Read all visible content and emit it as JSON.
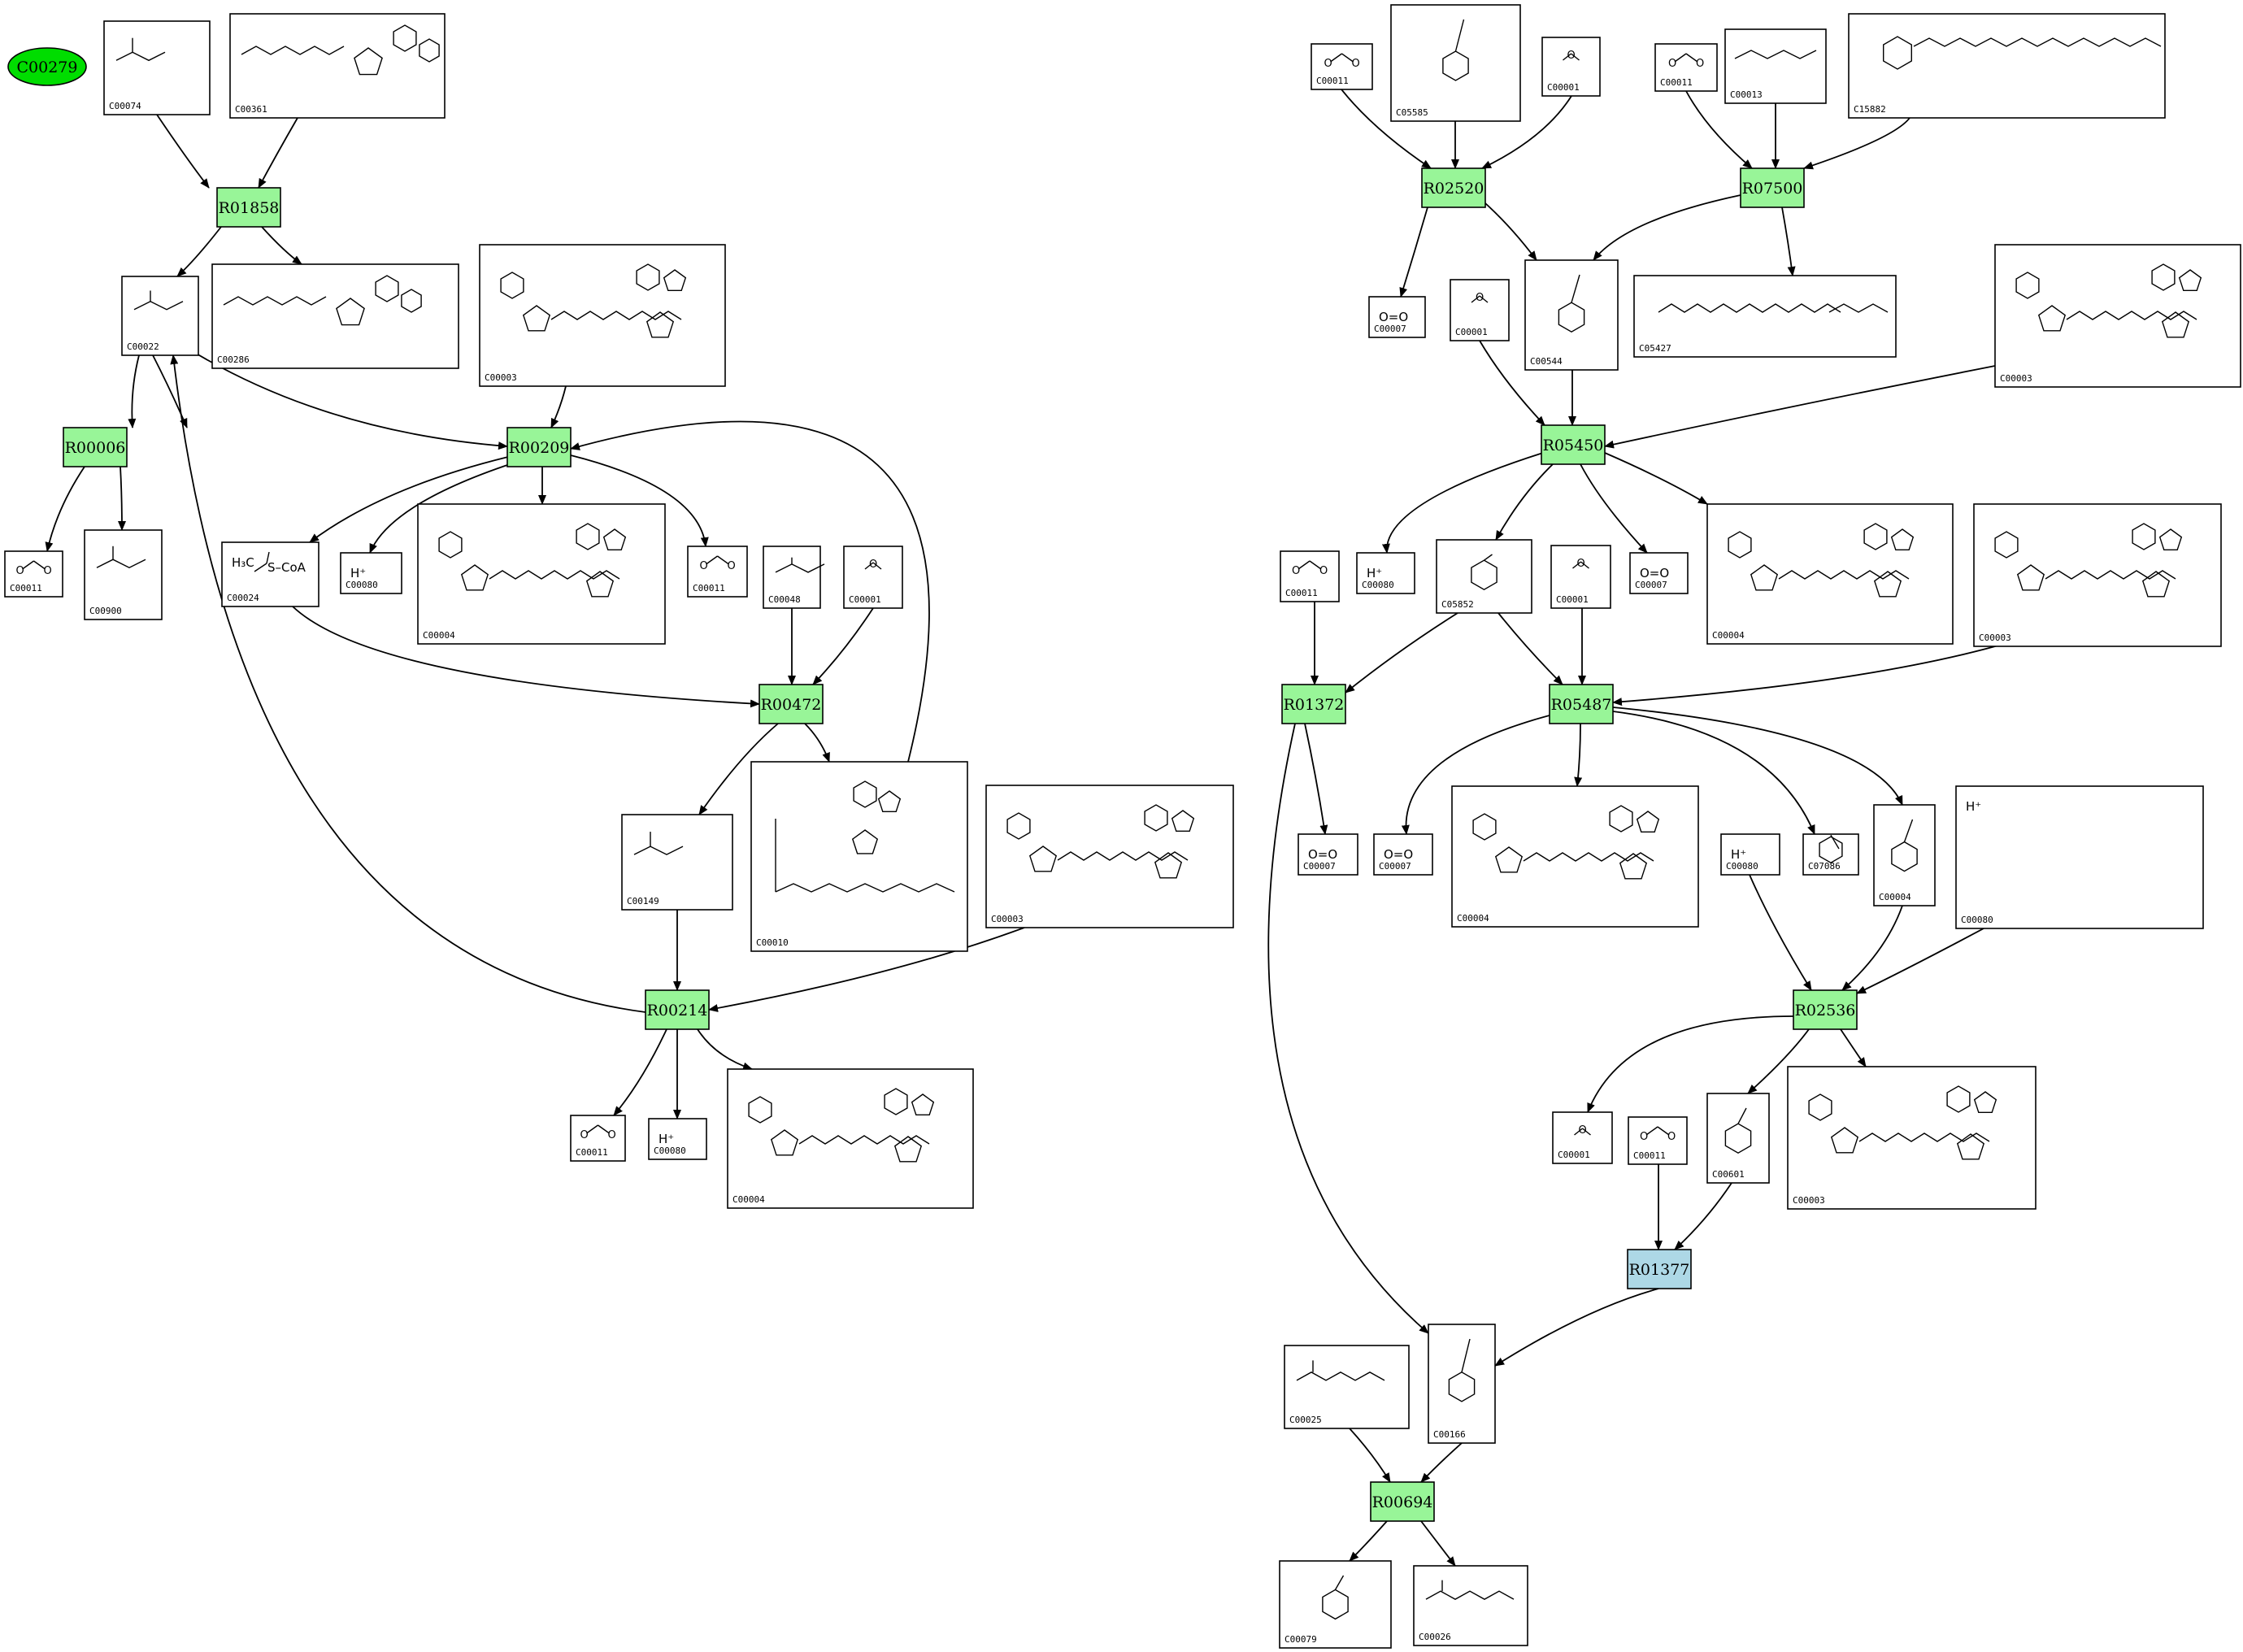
{
  "colors": {
    "reaction": "#98f598",
    "reaction_highlight": "#add8e6",
    "start_node": "#00dd00"
  },
  "start_node": {
    "label": "C00279"
  },
  "reactions": [
    {
      "id": "R01858",
      "highlight": false
    },
    {
      "id": "R00006",
      "highlight": false
    },
    {
      "id": "R00209",
      "highlight": false
    },
    {
      "id": "R00472",
      "highlight": false
    },
    {
      "id": "R00214",
      "highlight": false
    },
    {
      "id": "R02520",
      "highlight": false
    },
    {
      "id": "R07500",
      "highlight": false
    },
    {
      "id": "R05450",
      "highlight": false
    },
    {
      "id": "R01372",
      "highlight": false
    },
    {
      "id": "R05487",
      "highlight": false
    },
    {
      "id": "R02536",
      "highlight": false
    },
    {
      "id": "R01377",
      "highlight": true
    },
    {
      "id": "R00694",
      "highlight": false
    }
  ],
  "compounds": [
    {
      "id": "C00074",
      "icon": "phosphoenolpyruvate-structure"
    },
    {
      "id": "C00361",
      "icon": "dgdp-structure"
    },
    {
      "id": "C00022",
      "icon": "pyruvate-structure"
    },
    {
      "id": "C00286",
      "icon": "dgtp-structure"
    },
    {
      "id": "C00003",
      "icon": "nad-structure"
    },
    {
      "id": "C00011",
      "icon": "co2-structure"
    },
    {
      "id": "C00900",
      "icon": "acetolactate-structure"
    },
    {
      "id": "C00024",
      "icon": "acetyl-coa-structure",
      "text": [
        "H₃C",
        "S–CoA"
      ]
    },
    {
      "id": "C00080",
      "icon": "proton-structure",
      "text": [
        "H⁺"
      ]
    },
    {
      "id": "C00004",
      "icon": "nadh-structure"
    },
    {
      "id": "C00048",
      "icon": "glyoxylate-structure"
    },
    {
      "id": "C00001",
      "icon": "water-structure"
    },
    {
      "id": "C00149",
      "icon": "malate-structure"
    },
    {
      "id": "C00010",
      "icon": "coa-structure"
    },
    {
      "id": "C05585",
      "icon": "gentisaldehyde-structure"
    },
    {
      "id": "C00013",
      "icon": "diphosphate-structure"
    },
    {
      "id": "C15882",
      "icon": "tocopherol-structure"
    },
    {
      "id": "C00007",
      "icon": "oxygen-structure",
      "text": [
        "O=O"
      ]
    },
    {
      "id": "C00544",
      "icon": "homogentisate-structure"
    },
    {
      "id": "C05427",
      "icon": "phytyl-diphosphate-structure"
    },
    {
      "id": "C05852",
      "icon": "hydroxyphenylacetate-structure"
    },
    {
      "id": "C07086",
      "icon": "phenylacetate-structure"
    },
    {
      "id": "C00601",
      "icon": "phenylacetaldehyde-structure"
    },
    {
      "id": "C00025",
      "icon": "glutamate-structure"
    },
    {
      "id": "C00166",
      "icon": "phenylpyruvate-structure"
    },
    {
      "id": "C00079",
      "icon": "phenylalanine-structure"
    },
    {
      "id": "C00026",
      "icon": "oxoglutarate-structure"
    }
  ],
  "compound_nodes": [
    "C00074",
    "C00361",
    "C00022",
    "C00286",
    "C00003",
    "C00011",
    "C00900",
    "C00024",
    "C00080",
    "C00004",
    "C00011",
    "C00048",
    "C00001",
    "C00149",
    "C00010",
    "C00003",
    "C00011",
    "C00080",
    "C00004",
    "C00011",
    "C05585",
    "C00001",
    "C00011",
    "C00013",
    "C15882",
    "C00007",
    "C00001",
    "C00544",
    "C05427",
    "C00003",
    "C00011",
    "C00080",
    "C05852",
    "C00001",
    "C00007",
    "C00004",
    "C00003",
    "C00007",
    "C00007",
    "C00004",
    "C00080",
    "C07086",
    "C00004",
    "C00080",
    "C00001",
    "C00011",
    "C00601",
    "C00003",
    "C00025",
    "C00166",
    "C00079",
    "C00026"
  ]
}
